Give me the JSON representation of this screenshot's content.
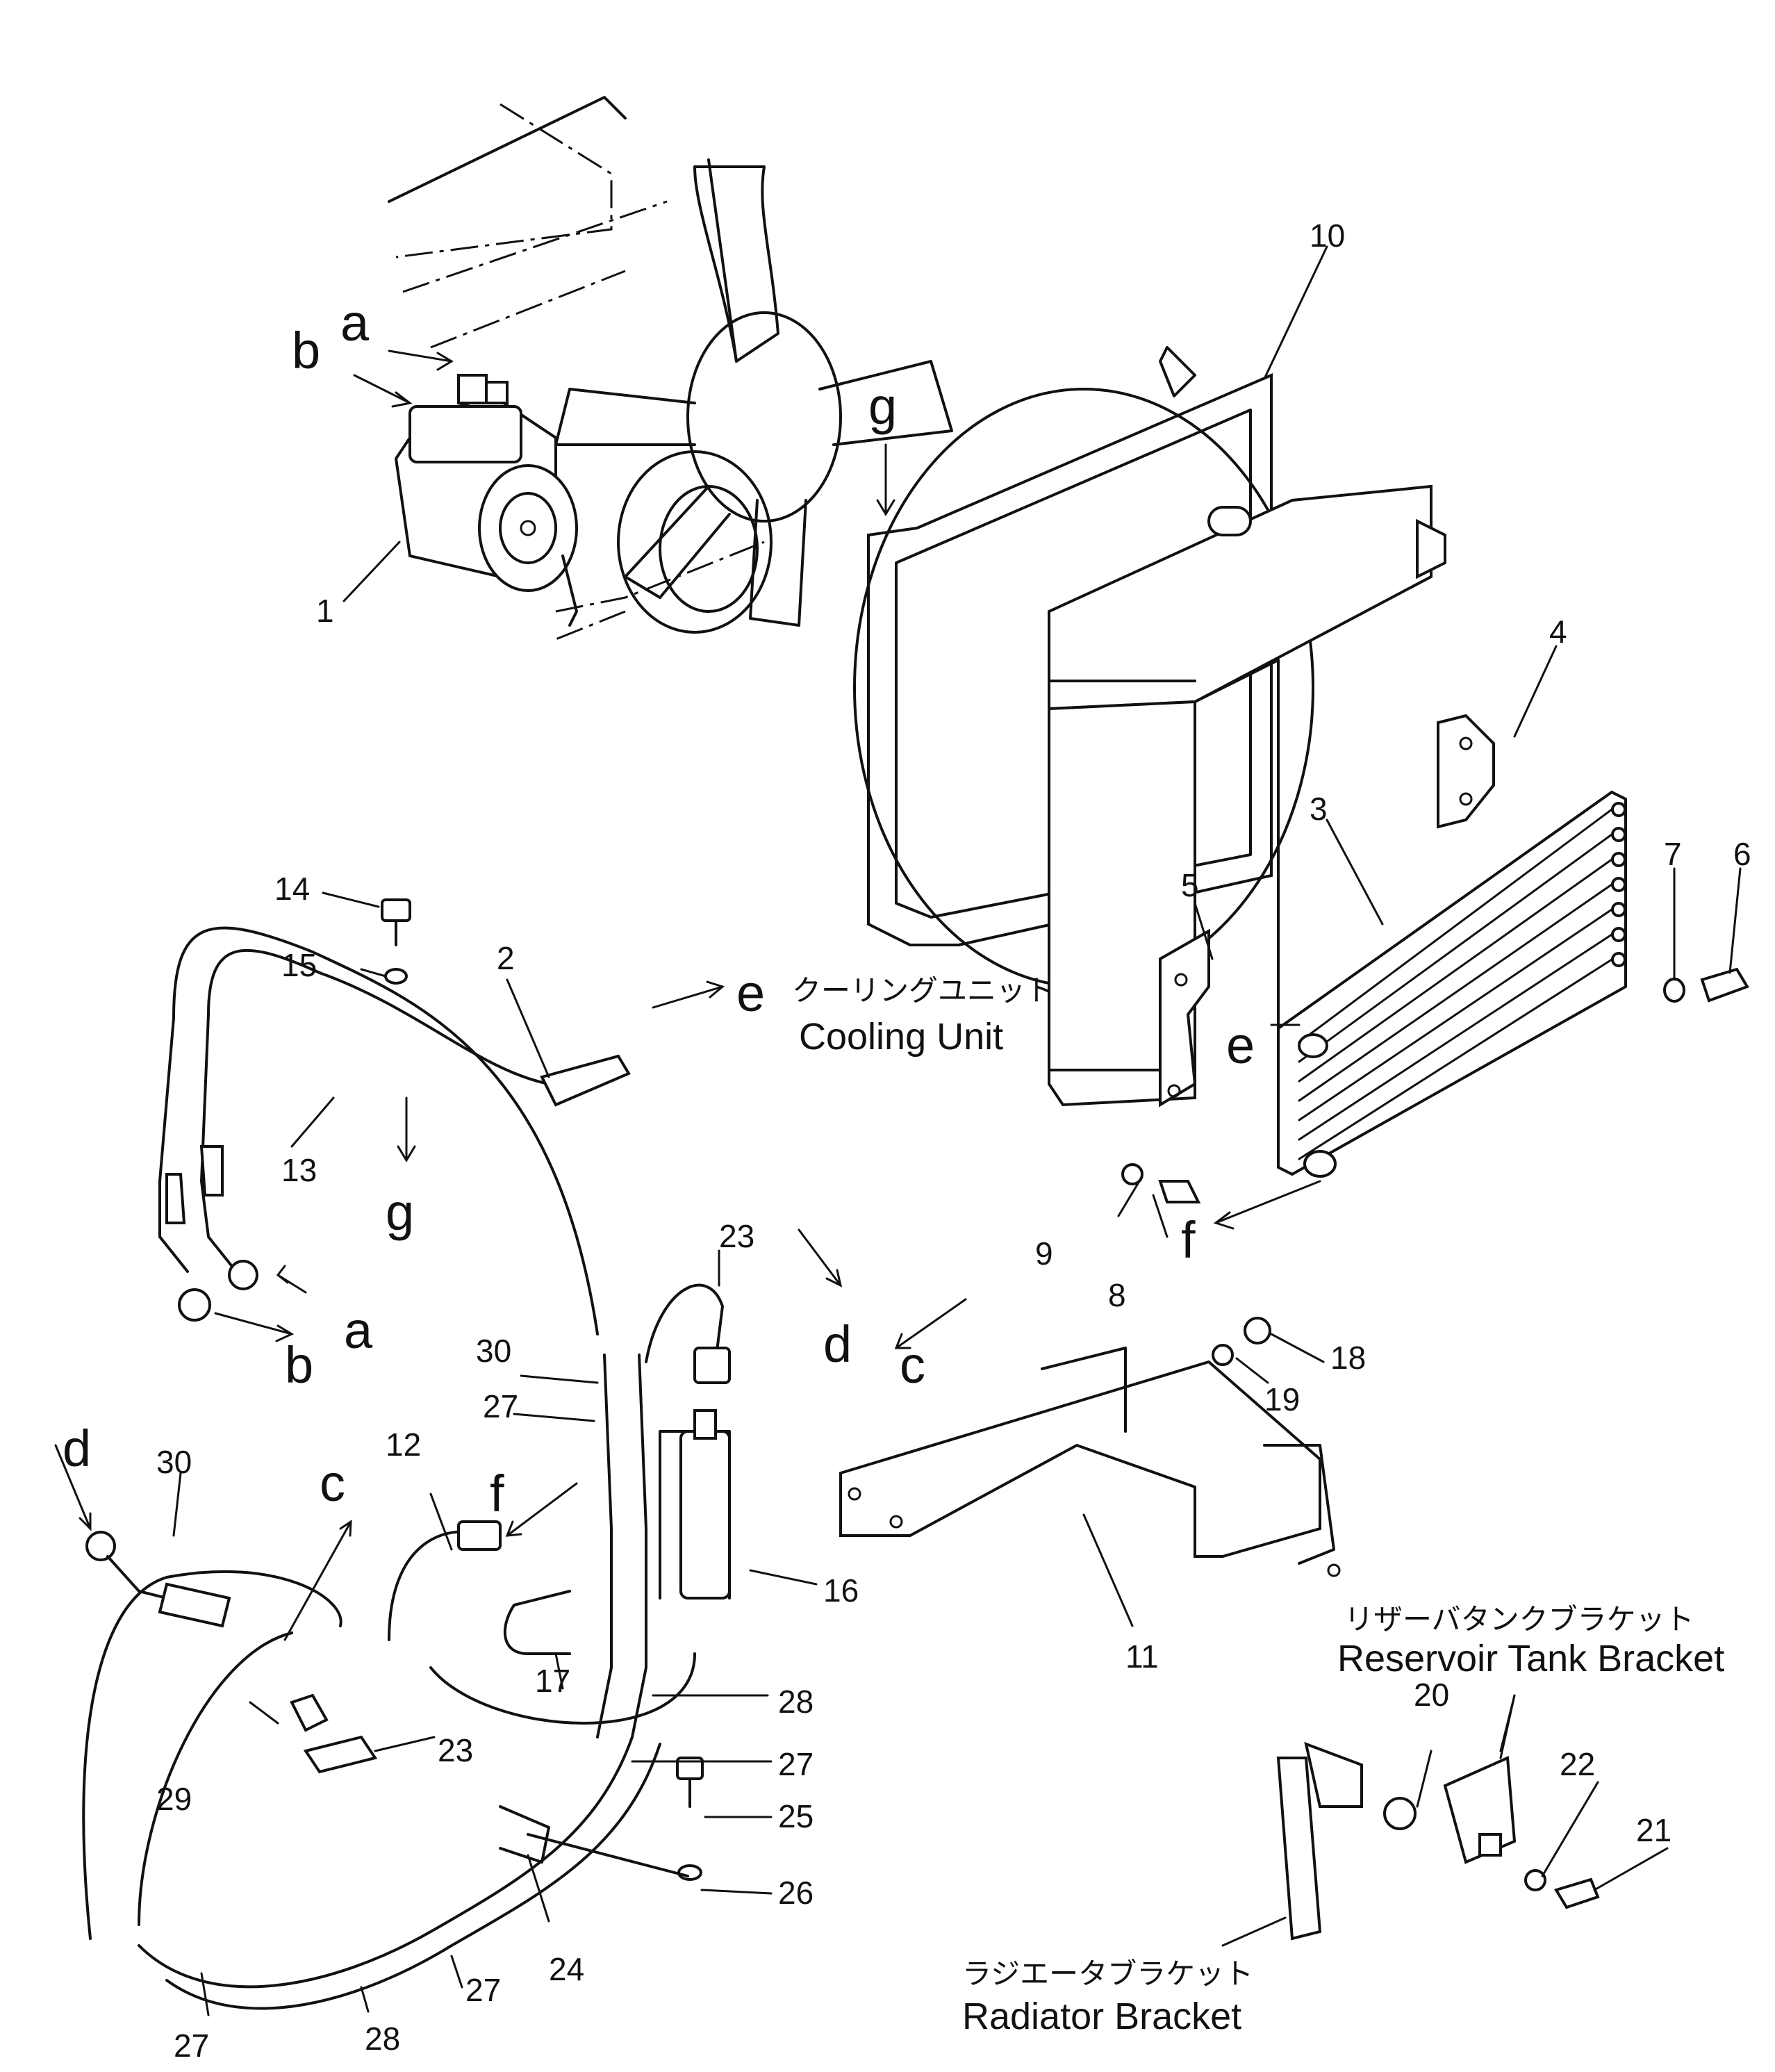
{
  "parts": {
    "p1": "1",
    "p2": "2",
    "p3": "3",
    "p4": "4",
    "p5": "5",
    "p6": "6",
    "p7": "7",
    "p8": "8",
    "p9": "9",
    "p10": "10",
    "p11": "11",
    "p12": "12",
    "p13": "13",
    "p14": "14",
    "p15": "15",
    "p16": "16",
    "p17": "17",
    "p18": "18",
    "p19": "19",
    "p20": "20",
    "p21": "21",
    "p22": "22",
    "p23": "23",
    "p24": "24",
    "p25": "25",
    "p26": "26",
    "p27": "27",
    "p28": "28",
    "p29": "29",
    "p30": "30"
  },
  "connections": {
    "a": "a",
    "b": "b",
    "c": "c",
    "d": "d",
    "e": "e",
    "f": "f",
    "g": "g"
  },
  "captions": {
    "cooling_unit_jp": "クーリングユニット",
    "cooling_unit_en": "Cooling Unit",
    "reservoir_bracket_jp": "リザーバタンクブラケット",
    "reservoir_bracket_en": "Reservoir Tank Bracket",
    "radiator_bracket_jp": "ラジエータブラケット",
    "radiator_bracket_en": "Radiator Bracket"
  }
}
